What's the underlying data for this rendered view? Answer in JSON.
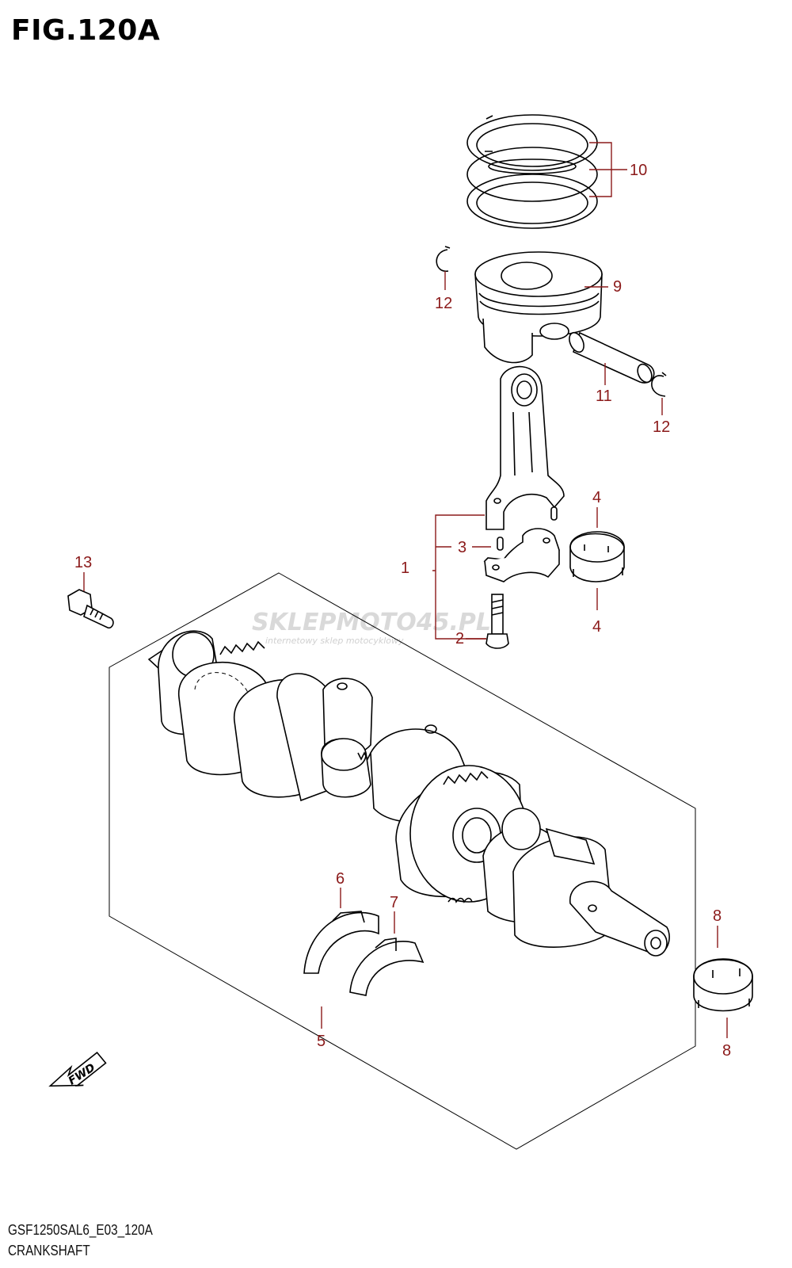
{
  "figure": {
    "title": "FIG.120A",
    "model_code": "GSF1250SAL6_E03_120A",
    "name": "CRANKSHAFT"
  },
  "watermark": {
    "brand": "SKLEPMOTO45.PL",
    "tagline": "internetowy sklep motocyklowy"
  },
  "fwd_label": "FWD",
  "callouts": [
    {
      "id": "c1",
      "label": "1"
    },
    {
      "id": "c2",
      "label": "2"
    },
    {
      "id": "c3",
      "label": "3"
    },
    {
      "id": "c4a",
      "label": "4"
    },
    {
      "id": "c4b",
      "label": "4"
    },
    {
      "id": "c5",
      "label": "5"
    },
    {
      "id": "c6",
      "label": "6"
    },
    {
      "id": "c7",
      "label": "7"
    },
    {
      "id": "c8a",
      "label": "8"
    },
    {
      "id": "c8b",
      "label": "8"
    },
    {
      "id": "c9",
      "label": "9"
    },
    {
      "id": "c10",
      "label": "10"
    },
    {
      "id": "c11",
      "label": "11"
    },
    {
      "id": "c12a",
      "label": "12"
    },
    {
      "id": "c12b",
      "label": "12"
    },
    {
      "id": "c13",
      "label": "13"
    }
  ],
  "colors": {
    "callout": "#8b1a1a",
    "line": "#000000",
    "watermark": "#d9d9d9"
  }
}
